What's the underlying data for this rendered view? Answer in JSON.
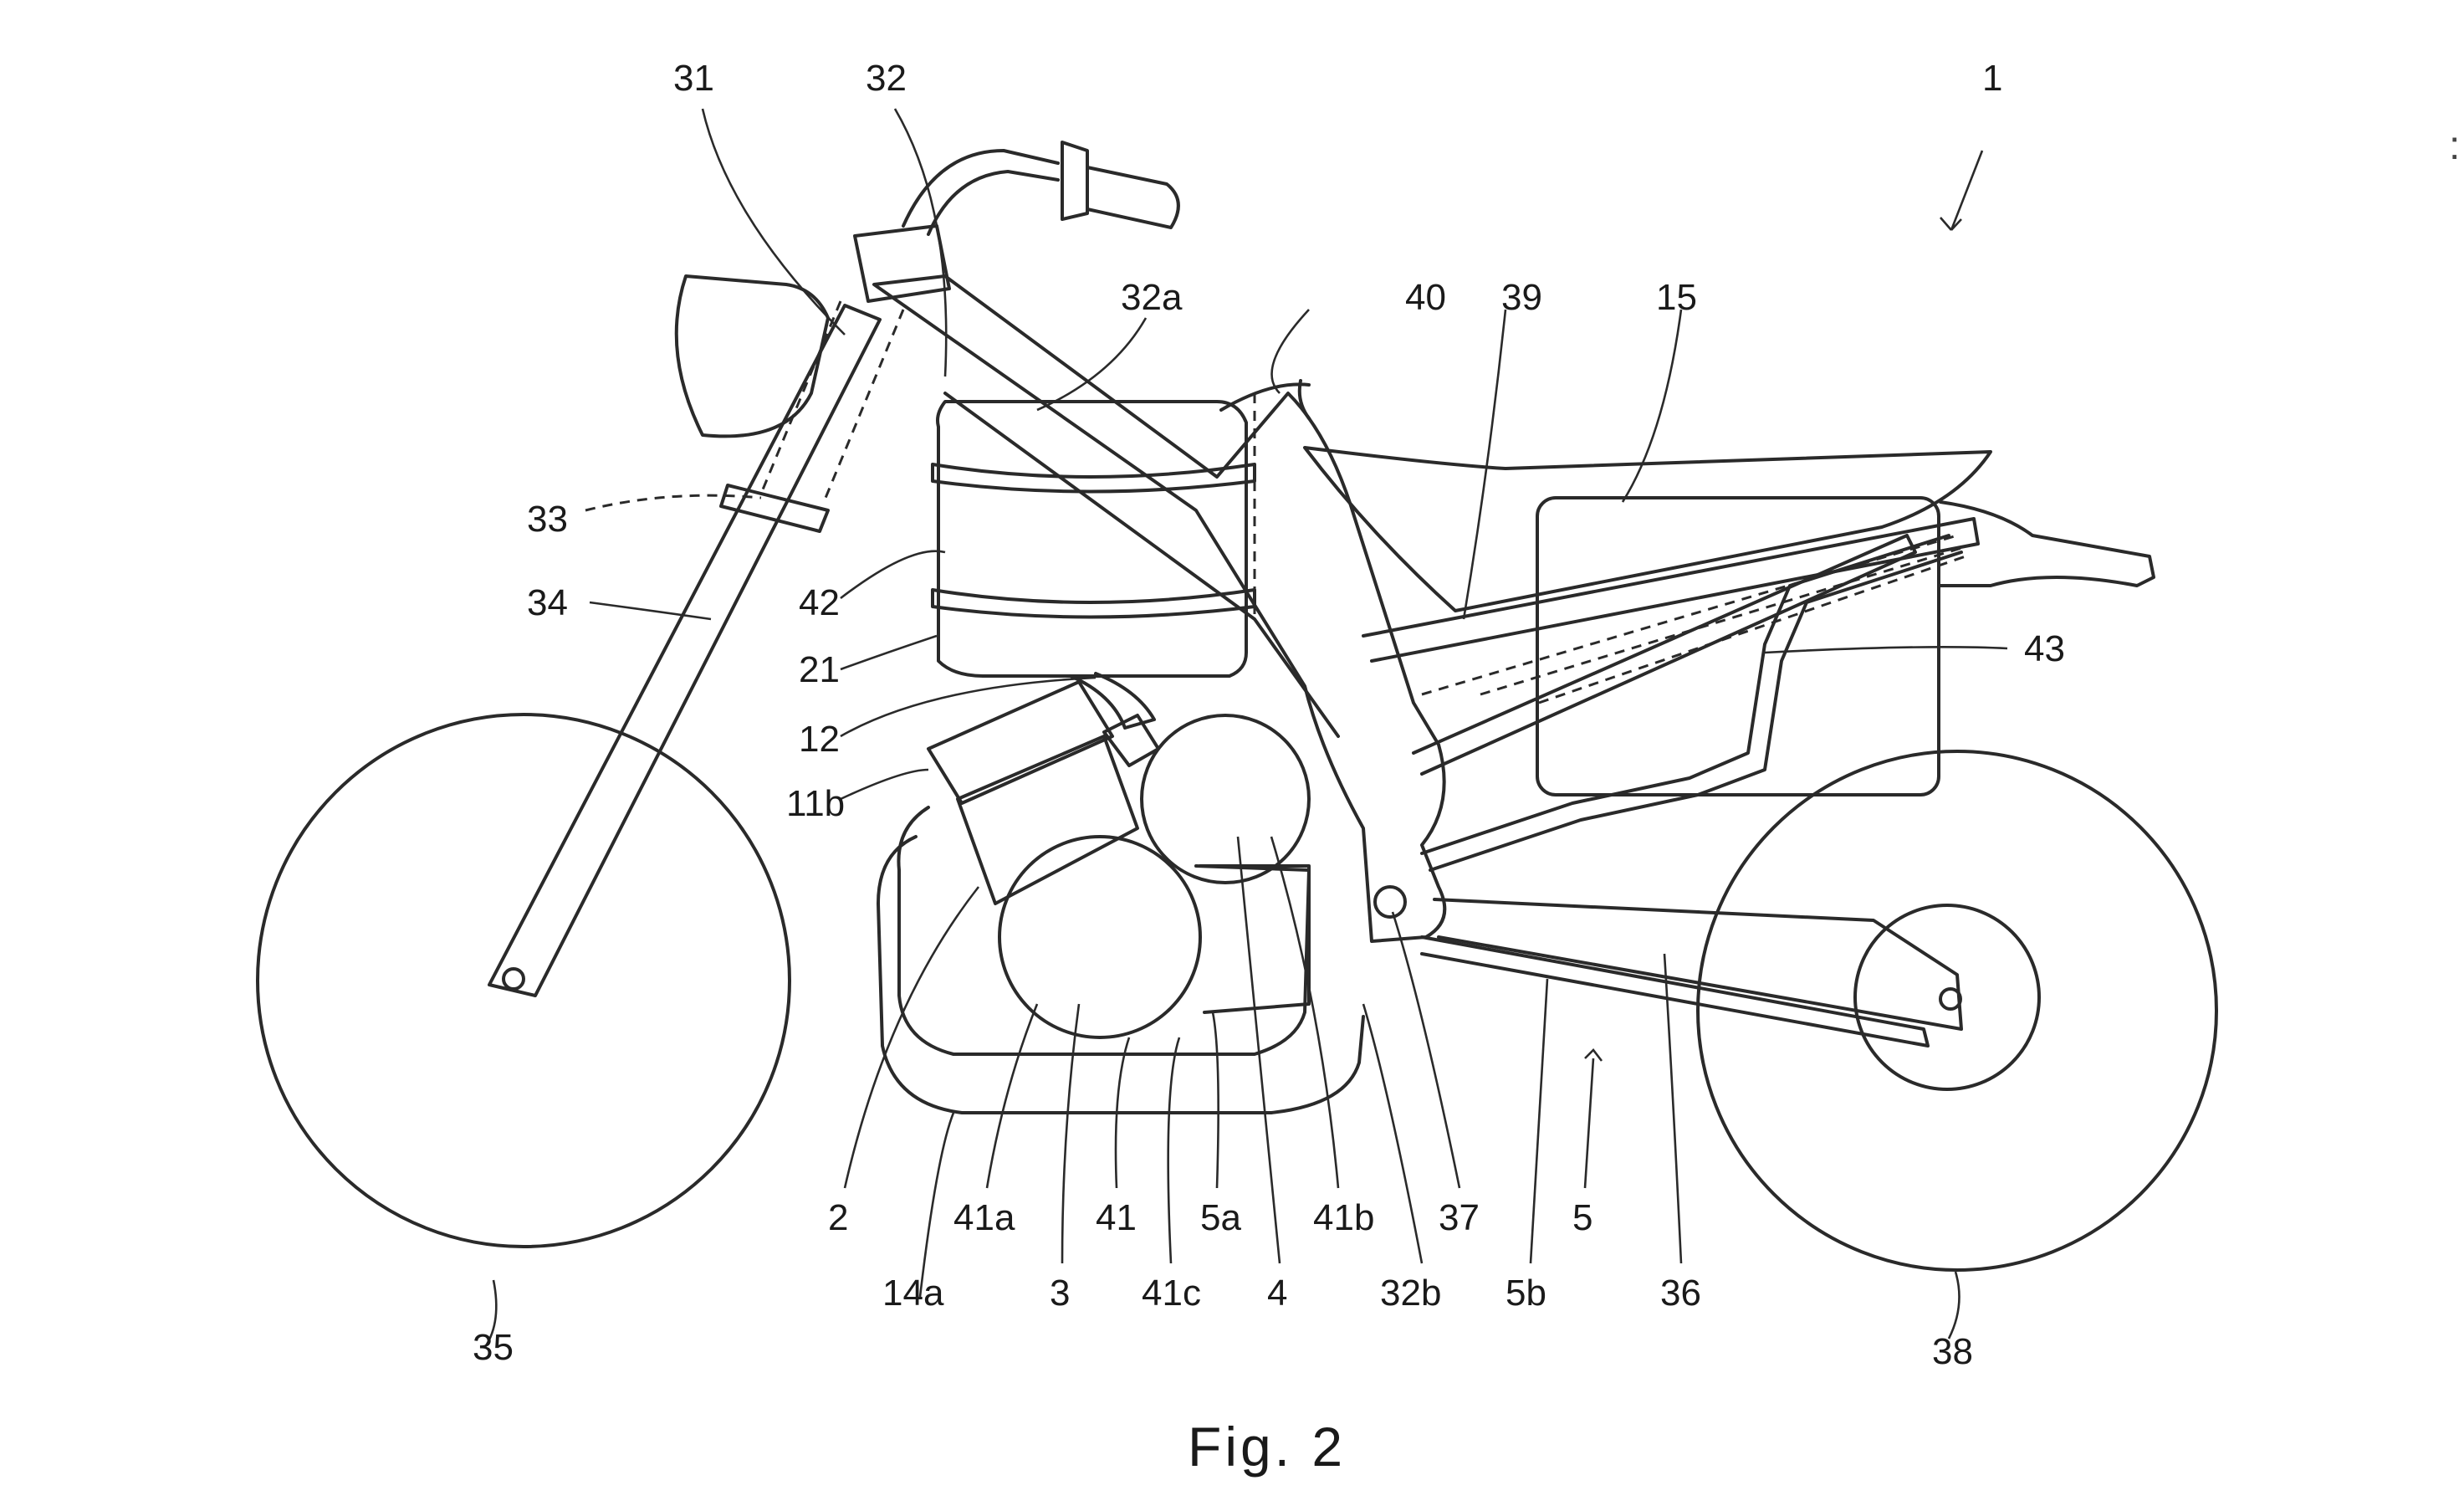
{
  "figure": {
    "caption": "Fig. 2",
    "edge_mark": ":",
    "labels": {
      "l1": "1",
      "l2": "2",
      "l3": "3",
      "l4": "4",
      "l5": "5",
      "l5a": "5a",
      "l5b": "5b",
      "l11b": "11b",
      "l12": "12",
      "l14a": "14a",
      "l15": "15",
      "l21": "21",
      "l31": "31",
      "l32": "32",
      "l32a": "32a",
      "l32b": "32b",
      "l33": "33",
      "l34": "34",
      "l35": "35",
      "l36": "36",
      "l37": "37",
      "l38": "38",
      "l39": "39",
      "l40": "40",
      "l41": "41",
      "l41a": "41a",
      "l41b": "41b",
      "l41c": "41c",
      "l42": "42",
      "l43": "43"
    }
  }
}
